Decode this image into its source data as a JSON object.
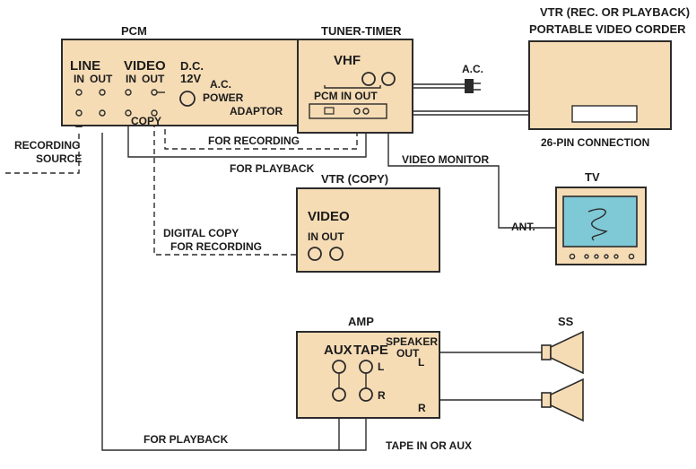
{
  "pcm": {
    "title": "PCM",
    "line": "LINE",
    "line_in": "IN",
    "line_out": "OUT",
    "video": "VIDEO",
    "video_in": "IN",
    "video_out": "OUT",
    "dc": "D.C.",
    "dc_voltage": "12V",
    "copy": "COPY"
  },
  "power": {
    "line1": "A.C.",
    "line2": "POWER",
    "line3": "ADAPTOR"
  },
  "recording_source": {
    "line1": "RECORDING",
    "line2": "SOURCE"
  },
  "tuner": {
    "title": "TUNER-TIMER",
    "vhf": "VHF",
    "pcm_in_out": "PCM  IN OUT",
    "ac": "A.C."
  },
  "vtr_portable": {
    "title1": "VTR (REC. OR PLAYBACK)",
    "title2": "PORTABLE VIDEO CORDER",
    "connection": "26-PIN CONNECTION"
  },
  "labels": {
    "for_recording": "FOR RECORDING",
    "for_playback": "FOR PLAYBACK",
    "video_monitor": "VIDEO MONITOR",
    "digital_copy_1": "DIGITAL COPY",
    "digital_copy_2": "FOR RECORDING",
    "for_playback_bottom": "FOR PLAYBACK",
    "tape_in_or_aux": "TAPE IN OR AUX"
  },
  "vtr_copy": {
    "title": "VTR (COPY)",
    "video": "VIDEO",
    "in_out": "IN OUT"
  },
  "tv": {
    "title": "TV",
    "ant": "ANT."
  },
  "amp": {
    "title": "AMP",
    "aux": "AUX",
    "tape": "TAPE",
    "l": "L",
    "r": "R",
    "speaker_out_1": "SPEAKER",
    "speaker_out_2": "OUT",
    "spk_l": "L",
    "spk_r": "R"
  },
  "speakers": {
    "title": "SS"
  },
  "colors": {
    "box_fill": "#f6dcb5",
    "screen_fill": "#7fc8d6",
    "line": "#2b2b2b"
  }
}
